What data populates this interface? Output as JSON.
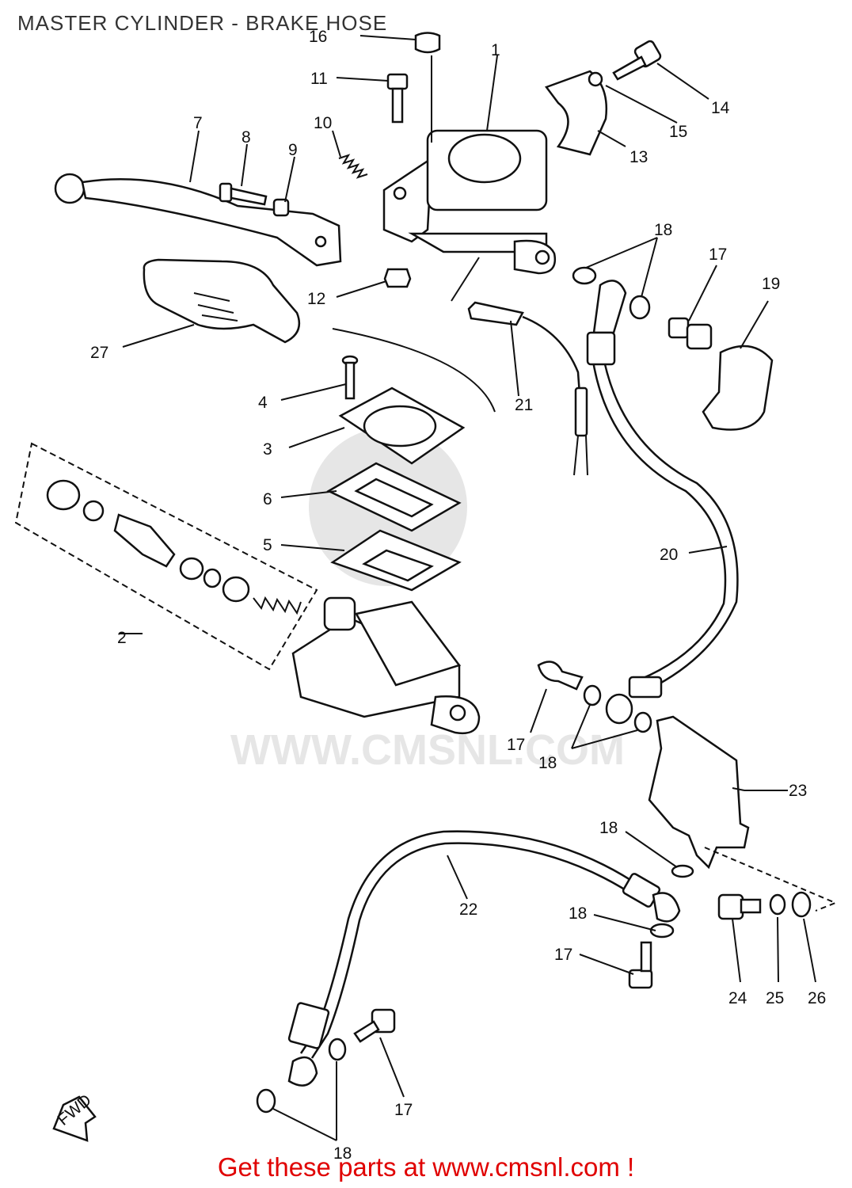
{
  "title": "MASTER CYLINDER - BRAKE HOSE",
  "watermark": "WWW.CMSNL.COM",
  "footer": "Get these parts at www.cmsnl.com !",
  "direction_marker": "FWD",
  "callouts": {
    "p1": "1",
    "p2": "2",
    "p3": "3",
    "p4": "4",
    "p5": "5",
    "p6": "6",
    "p7": "7",
    "p8": "8",
    "p9": "9",
    "p10": "10",
    "p11": "11",
    "p12": "12",
    "p13": "13",
    "p14": "14",
    "p15": "15",
    "p16": "16",
    "p17a": "17",
    "p17b": "17",
    "p17c": "17",
    "p17d": "17",
    "p18a": "18",
    "p18b": "18",
    "p18c": "18",
    "p18d": "18",
    "p18e": "18",
    "p19": "19",
    "p20": "20",
    "p21": "21",
    "p22": "22",
    "p23": "23",
    "p24": "24",
    "p25": "25",
    "p26": "26",
    "p27": "27"
  }
}
